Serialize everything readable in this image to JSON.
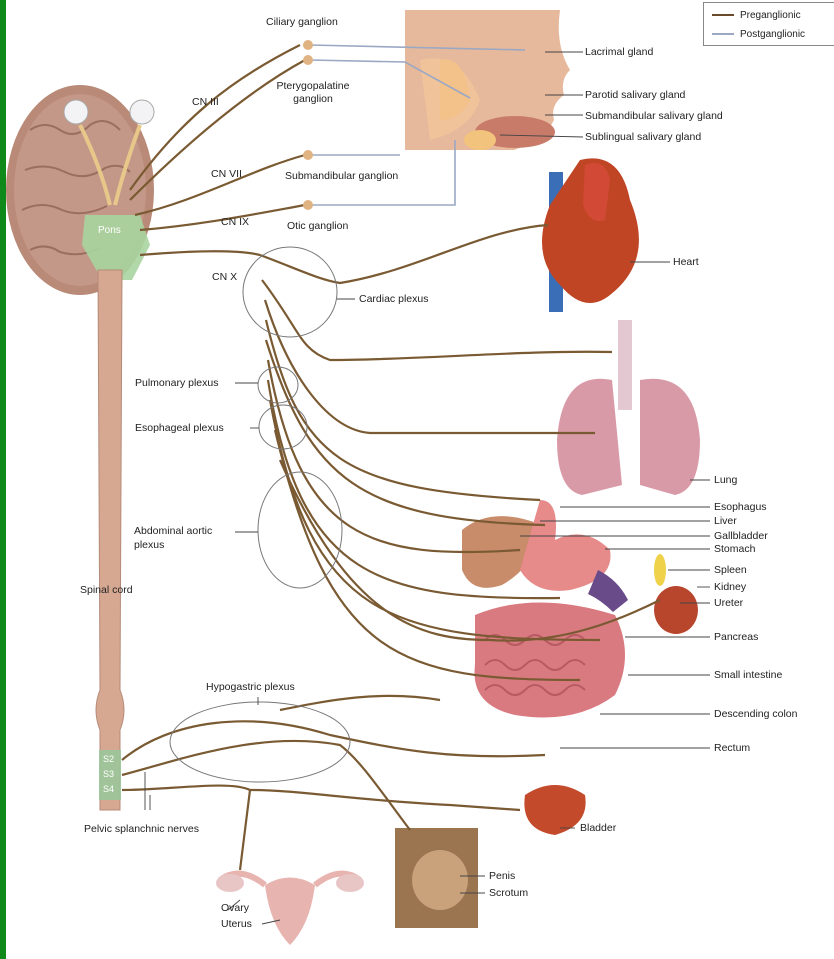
{
  "legend": {
    "preganglionic": "Preganglionic",
    "postganglionic": "Postganglionic",
    "preganglionic_color": "#7a5a32",
    "postganglionic_color": "#9aa8c4"
  },
  "labels": {
    "ciliary_ganglion": "Ciliary ganglion",
    "pterygopalatine_line1": "Pterygopalatine",
    "pterygopalatine_line2": "ganglion",
    "submandibular_ganglion": "Submandibular ganglion",
    "otic_ganglion": "Otic ganglion",
    "cn3": "CN III",
    "cn7": "CN VII",
    "cn9": "CN IX",
    "cn10": "CN X",
    "pons": "Pons",
    "lacrimal_gland": "Lacrimal gland",
    "parotid": "Parotid salivary gland",
    "submandibular_gland": "Submandibular salivary gland",
    "sublingual": "Sublingual salivary gland",
    "heart": "Heart",
    "cardiac_plexus": "Cardiac plexus",
    "pulmonary_plexus": "Pulmonary plexus",
    "esophageal_plexus": "Esophageal plexus",
    "lung": "Lung",
    "esophagus": "Esophagus",
    "liver": "Liver",
    "gallbladder": "Gallbladder",
    "stomach": "Stomach",
    "spleen": "Spleen",
    "kidney": "Kidney",
    "ureter": "Ureter",
    "pancreas": "Pancreas",
    "small_intestine": "Small intestine",
    "descending_colon": "Descending colon",
    "rectum": "Rectum",
    "abdominal_line1": "Abdominal aortic",
    "abdominal_line2": "plexus",
    "spinal_cord": "Spinal cord",
    "hypogastric": "Hypogastric plexus",
    "s2": "S2",
    "s3": "S3",
    "s4": "S4",
    "pelvic_nerves": "Pelvic splanchnic nerves",
    "bladder": "Bladder",
    "penis": "Penis",
    "scrotum": "Scrotum",
    "ovary": "Ovary",
    "uterus": "Uterus"
  }
}
